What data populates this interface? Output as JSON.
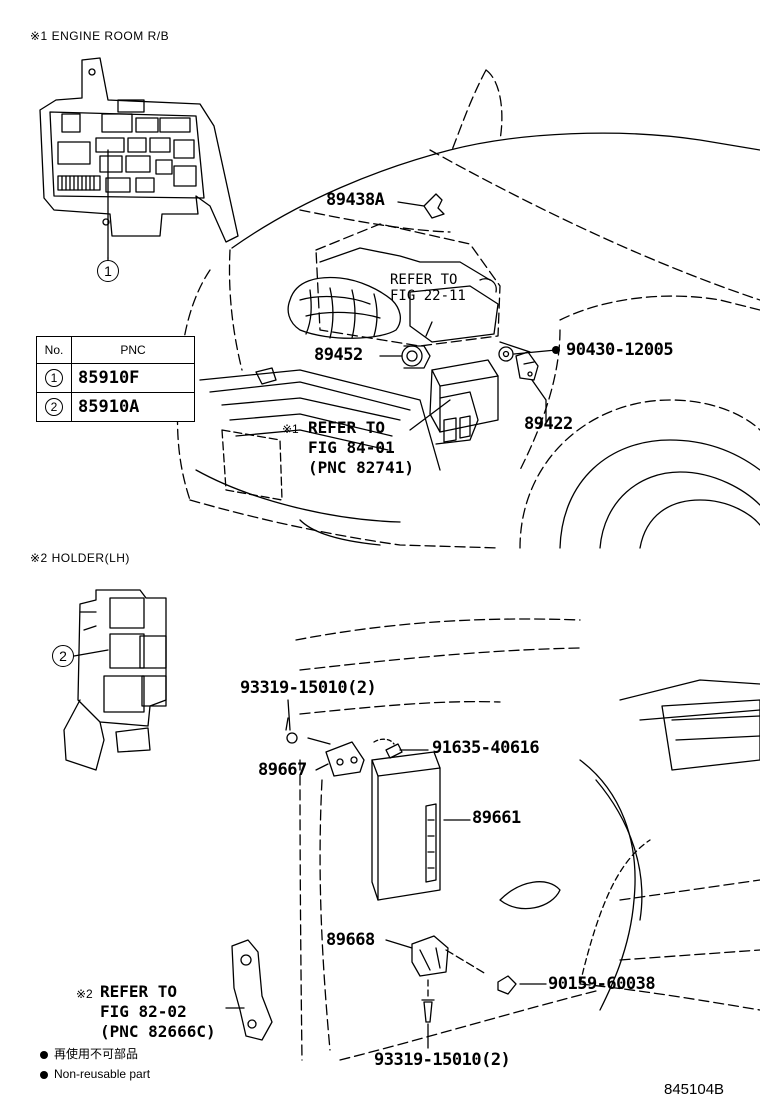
{
  "headers": {
    "engine_room": "※1  ENGINE ROOM R/B",
    "holder": "※2  HOLDER(LH)"
  },
  "callouts": [
    "1",
    "2"
  ],
  "table": {
    "col_no": "No.",
    "col_pnc": "PNC",
    "rows": [
      {
        "no": "1",
        "pnc": "85910F"
      },
      {
        "no": "2",
        "pnc": "85910A"
      }
    ]
  },
  "parts": {
    "p89438A": "89438A",
    "p89452": "89452",
    "p90430": "90430-12005",
    "p89422": "89422",
    "p93319_top": "93319-15010(2)",
    "p91635": "91635-40616",
    "p89667": "89667",
    "p89661": "89661",
    "p89668": "89668",
    "p90159": "90159-60038",
    "p93319_bottom": "93319-15010(2)"
  },
  "refs": {
    "ref_22_11": [
      "REFER TO",
      "FIG 22-11"
    ],
    "ref_84_01_mark": "※1",
    "ref_84_01": [
      "REFER TO",
      "FIG 84-01",
      "(PNC 82741)"
    ],
    "ref_82_02_mark": "※2",
    "ref_82_02": [
      "REFER TO",
      "FIG 82-02",
      "(PNC 82666C)"
    ]
  },
  "legend": {
    "jp": "再使用不可部品",
    "en": "Non-reusable part"
  },
  "figure_id": "845104B"
}
